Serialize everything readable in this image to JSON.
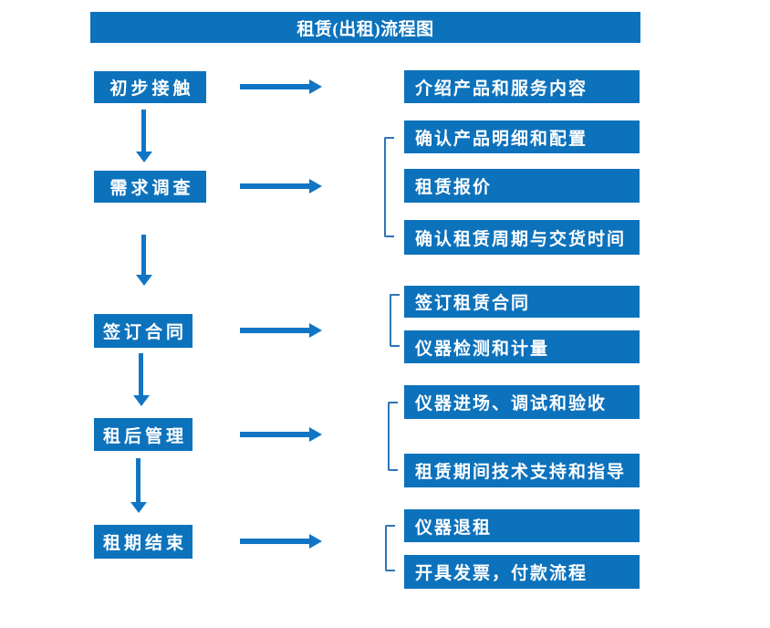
{
  "title": "租赁(出租)流程图",
  "colors": {
    "box_blue": "#0D72BC",
    "arrow_blue": "#1175C5",
    "bracket_blue": "#2E75B6",
    "text_white": "#FFFFFF",
    "background": "#FFFFFF"
  },
  "steps": [
    {
      "label": "初步接触",
      "details": [
        "介绍产品和服务内容"
      ]
    },
    {
      "label": "需求调查",
      "details": [
        "确认产品明细和配置",
        "租赁报价",
        "确认租赁周期与交货时间"
      ]
    },
    {
      "label": "签订合同",
      "details": [
        "签订租赁合同",
        "仪器检测和计量"
      ]
    },
    {
      "label": "租后管理",
      "details": [
        "仪器进场、调试和验收",
        "租赁期间技术支持和指导"
      ]
    },
    {
      "label": "租期结束",
      "details": [
        "仪器退租",
        "开具发票，付款流程"
      ]
    }
  ]
}
